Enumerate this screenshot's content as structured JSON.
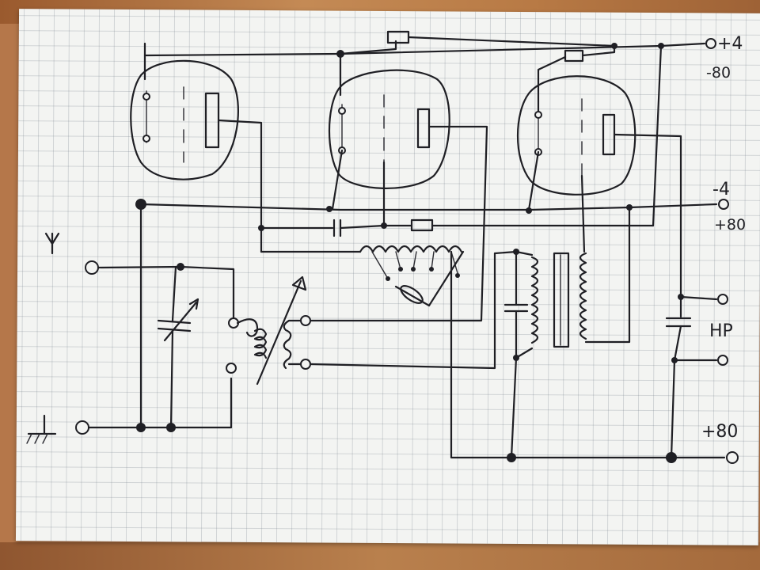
{
  "labels": {
    "plus4": "+4",
    "minus80": "-80",
    "minus4": "-4",
    "plus80_mid": "+80",
    "hp": "HP",
    "plus80_bottom": "+80"
  },
  "colors": {
    "ink": "#1f1f24",
    "paper": "#f3f4f2",
    "grid": "#8c96a0",
    "wood": "#b5774a"
  },
  "icons": {
    "antenna": "antenna-icon",
    "ground": "ground-icon"
  }
}
